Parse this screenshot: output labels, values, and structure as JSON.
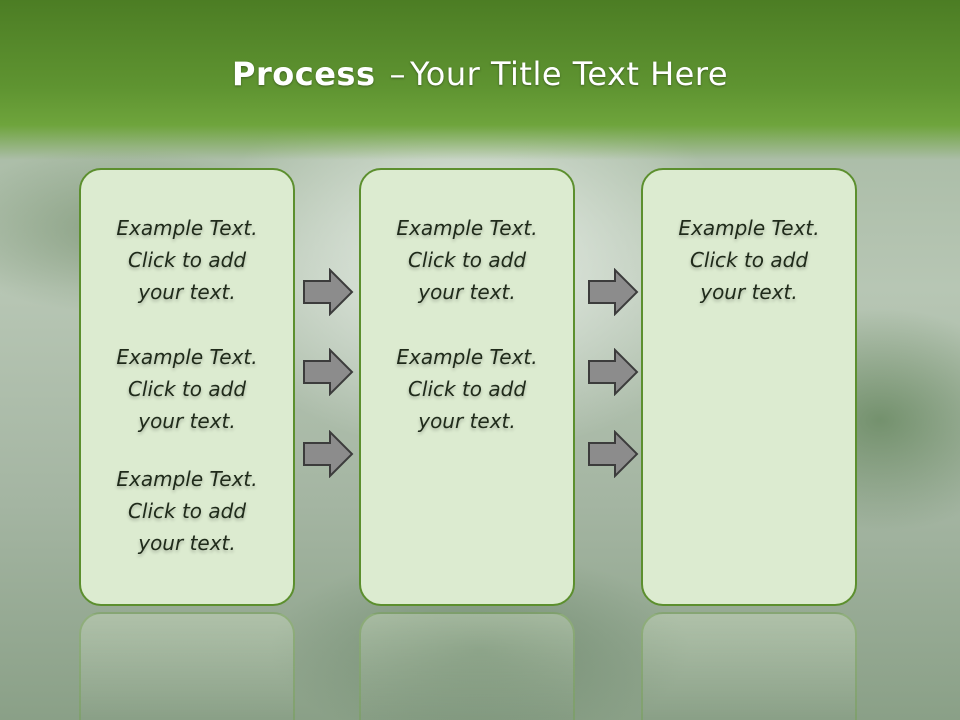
{
  "slide": {
    "title_bold": "Process",
    "title_dash": "–",
    "title_rest": "Your Title Text Here"
  },
  "columns": [
    {
      "blocks": [
        {
          "line1": "Example Text.",
          "line2": "Click  to add",
          "line3": "your text."
        },
        {
          "line1": "Example Text.",
          "line2": "Click  to add",
          "line3": "your text."
        },
        {
          "line1": "Example Text.",
          "line2": "Click  to add",
          "line3": "your text."
        }
      ]
    },
    {
      "blocks": [
        {
          "line1": "Example Text.",
          "line2": "Click  to add",
          "line3": "your text."
        },
        {
          "line1": "Example Text.",
          "line2": "Click  to add",
          "line3": "your text."
        }
      ]
    },
    {
      "blocks": [
        {
          "line1": "Example Text.",
          "line2": "Click  to add",
          "line3": "your text."
        }
      ]
    }
  ],
  "icons": {
    "arrow": "right-arrow-icon"
  },
  "colors": {
    "header_green": "#5f9431",
    "box_fill": "#dcebd0",
    "box_border": "#5c8f2e",
    "arrow_fill": "#8c8c8c",
    "arrow_stroke": "#3c3c3c"
  }
}
